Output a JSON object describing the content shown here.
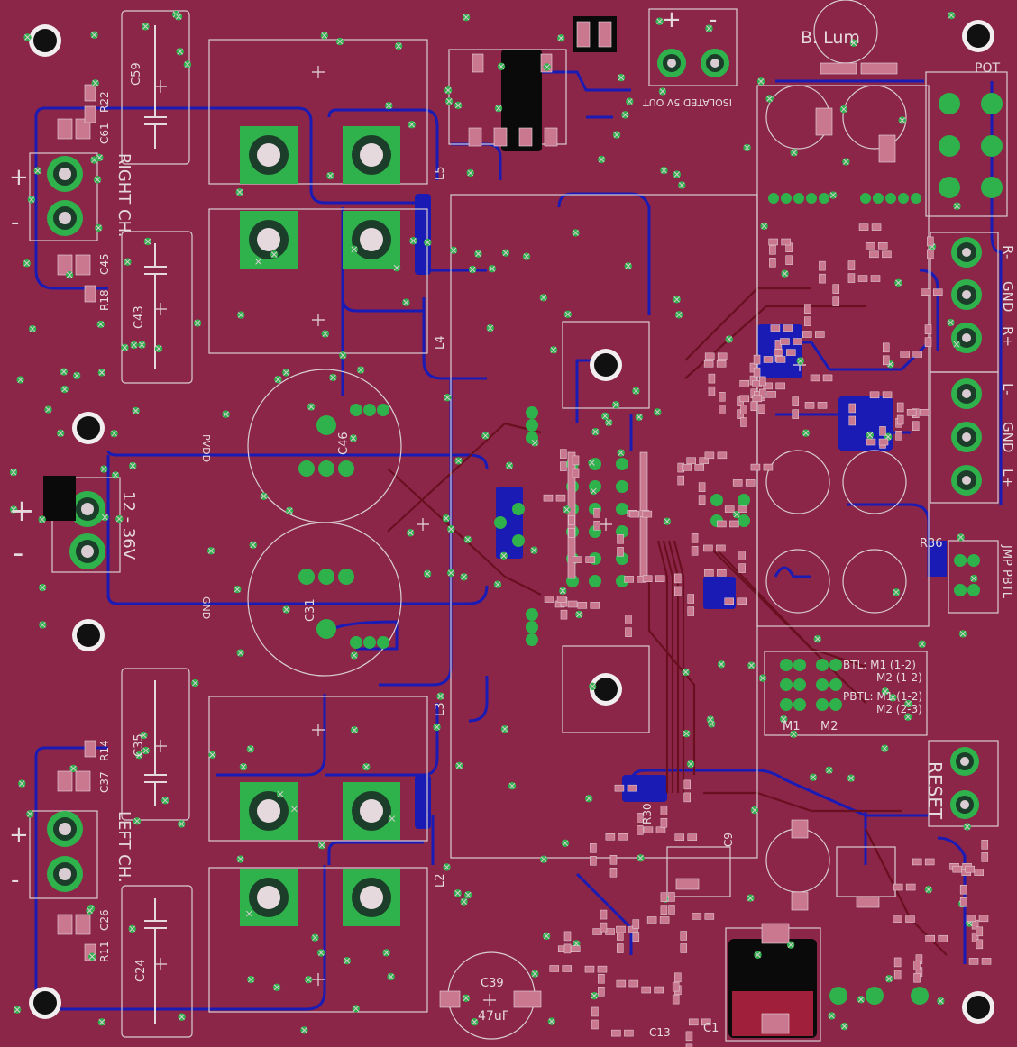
{
  "author": "B. Lum",
  "colors": {
    "board": "#8b2649",
    "trace": "#1a1ab4",
    "via": "#2fb24b",
    "silk": "#e6d9de",
    "pad": "#c97890",
    "hole": "#111111"
  },
  "labels": {
    "pot": "POT",
    "isolated_5v": "ISOLATED 5V OUT",
    "right_ch": "RIGHT CH.",
    "left_ch": "LEFT CH.",
    "power_in": "12 - 36V",
    "plus": "+",
    "minus": "-",
    "jmp_pbtl": "JMP PBTL",
    "reset": "RESET",
    "out_r_minus": "R-",
    "out_gnd1": "GND",
    "out_r_plus": "R+",
    "out_l_minus": "L-",
    "out_gnd2": "GND",
    "out_l_plus": "L+",
    "btl_line1": "BTL: M1 (1-2)",
    "btl_line2": "M2 (1-2)",
    "pbtl_line1": "PBTL: M1 (1-2)",
    "pbtl_line2": "M2 (2-3)",
    "m1": "M1",
    "m2": "M2",
    "pvdd": "PVDD",
    "gnd": "GND",
    "c39_value": "47uF"
  },
  "refdes": {
    "c59": "C59",
    "c43": "C43",
    "c35": "C35",
    "c24": "C24",
    "l5": "L5",
    "l4": "L4",
    "l3": "L3",
    "l2": "L2",
    "c46": "C46",
    "c31": "C31",
    "c39": "C39",
    "c1": "C1",
    "r22": "R22",
    "c61": "C61",
    "c45": "C45",
    "r18": "R18",
    "r14": "R14",
    "c37": "C37",
    "c26": "C26",
    "r11": "R11",
    "r36": "R36",
    "r30": "R30",
    "c9": "C9",
    "c13": "C13"
  }
}
